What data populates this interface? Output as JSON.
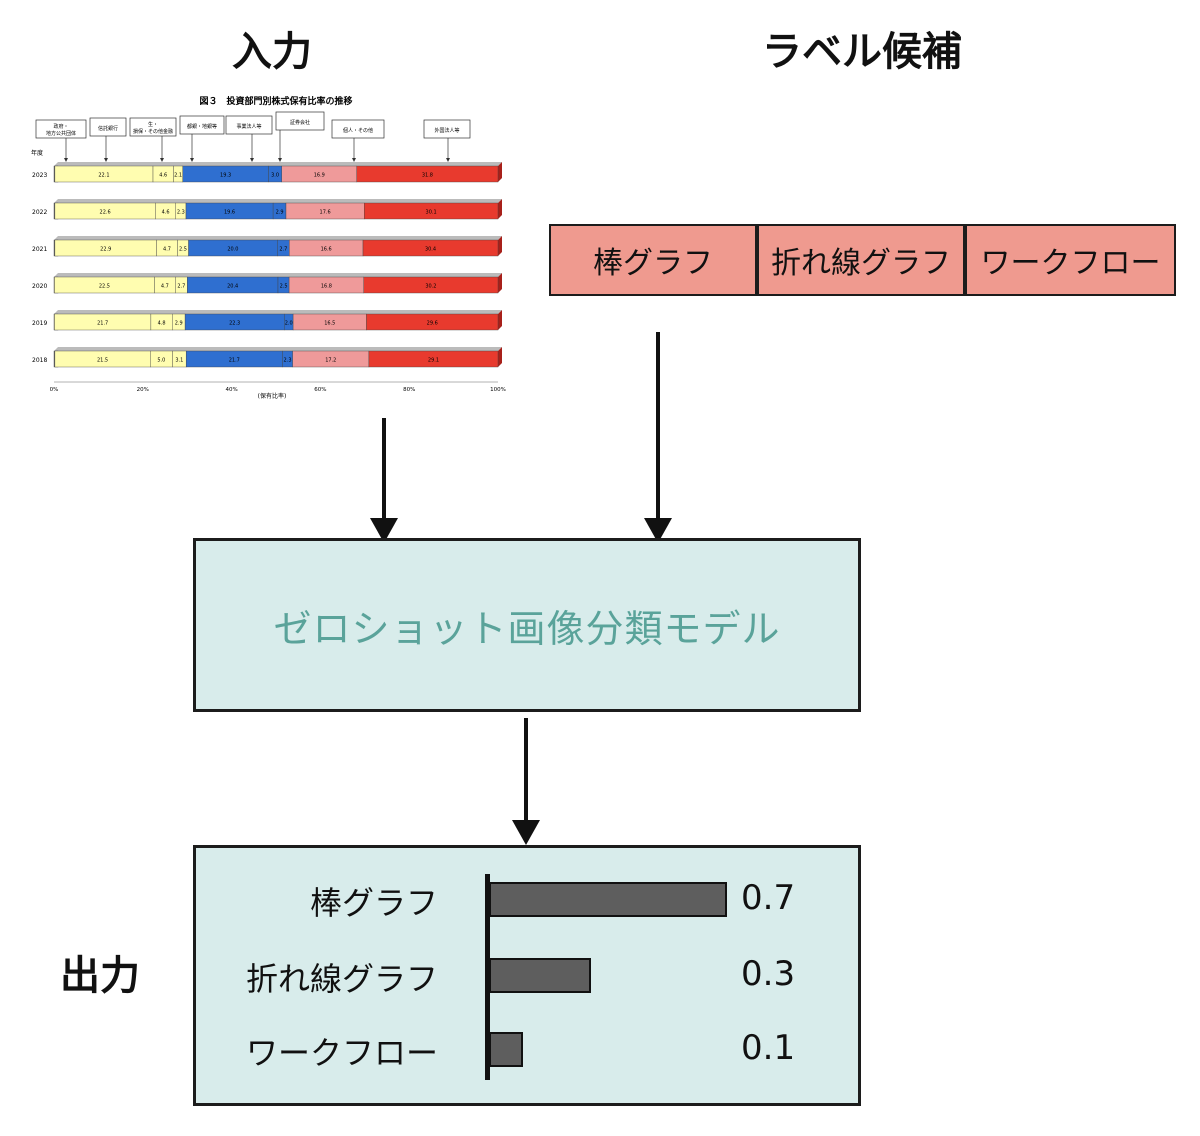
{
  "headings": {
    "input": "入力",
    "labels": "ラベル候補",
    "output": "出力"
  },
  "label_candidates": [
    "棒グラフ",
    "折れ線グラフ",
    "ワークフロー"
  ],
  "model": {
    "label": "ゼロショット画像分類モデル"
  },
  "colors": {
    "label_box": "#ef9a8f",
    "model_box": "#d8eceb",
    "model_text": "#5aa39a",
    "output_bar": "#5e5e5e"
  },
  "input_chart": {
    "title": "図３　投資部門別株式保有比率の推移",
    "row_axis_label": "年度",
    "xlabel": "(保有比率)",
    "xticks": [
      "0%",
      "20%",
      "40%",
      "60%",
      "80%",
      "100%"
    ],
    "categories_legend": [
      "政府・地方公共団体",
      "信託銀行",
      "生・損保・その他金融",
      "都銀・地銀等",
      "事業法人等",
      "証券会社",
      "個人・その他",
      "外国法人等"
    ],
    "segment_colors": [
      "#666666",
      "#fffdb0",
      "#fffdb0",
      "#fffdb0",
      "#2f6fd0",
      "#2f6fd0",
      "#ef9a9a",
      "#e83a2e"
    ],
    "rows": [
      {
        "year": "2023",
        "values": [
          0.2,
          22.1,
          4.6,
          2.1,
          19.3,
          3.0,
          16.9,
          31.8
        ]
      },
      {
        "year": "2022",
        "values": [
          0.2,
          22.6,
          4.6,
          2.3,
          19.6,
          2.9,
          17.6,
          30.1
        ]
      },
      {
        "year": "2021",
        "values": [
          0.2,
          22.9,
          4.7,
          2.5,
          20.0,
          2.7,
          16.6,
          30.4
        ]
      },
      {
        "year": "2020",
        "values": [
          0.1,
          22.5,
          4.7,
          2.7,
          20.4,
          2.5,
          16.8,
          30.2
        ]
      },
      {
        "year": "2019",
        "values": [
          0.1,
          21.7,
          4.8,
          2.9,
          22.3,
          2.0,
          16.5,
          29.6
        ]
      },
      {
        "year": "2018",
        "values": [
          0.2,
          21.5,
          5.0,
          3.1,
          21.7,
          2.3,
          17.2,
          29.1
        ]
      }
    ]
  },
  "chart_data": {
    "type": "bar",
    "orientation": "horizontal",
    "categories": [
      "棒グラフ",
      "折れ線グラフ",
      "ワークフロー"
    ],
    "values": [
      0.7,
      0.3,
      0.1
    ],
    "value_labels": [
      "0.7",
      "0.3",
      "0.1"
    ],
    "xlim": [
      0,
      1
    ]
  }
}
